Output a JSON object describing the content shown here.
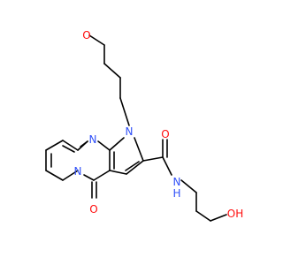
{
  "molecule": {
    "colors": {
      "bond": "#000000",
      "N": "#3050F8",
      "O": "#FF0D0D",
      "background": "#ffffff"
    },
    "atom_labels": {
      "methoxy_O": "O",
      "ring_N1": "N",
      "ring_N_pyrimidine": "N",
      "ring_N_bridge": "N",
      "carbonyl_O_ring": "O",
      "amide_O": "O",
      "amide_NH": "N",
      "amide_H": "H",
      "hydroxyl": "OH"
    }
  }
}
